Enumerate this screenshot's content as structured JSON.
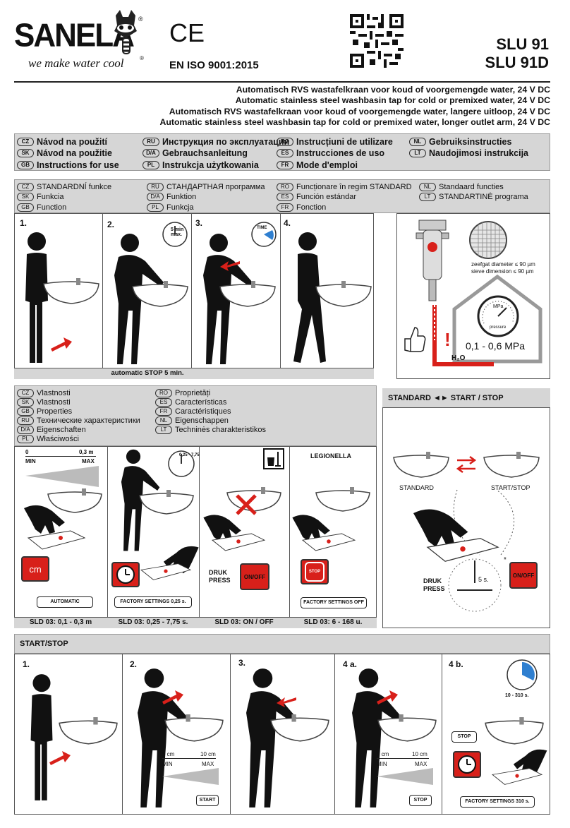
{
  "brand": {
    "name": "SANELA",
    "registered": "®",
    "slogan": "we make water cool",
    "ce": "CE",
    "iso": "EN ISO 9001:2015"
  },
  "model": {
    "line1": "SLU 91",
    "line2": "SLU 91D"
  },
  "descriptions": [
    "Automatisch RVS wastafelkraan voor koud of voorgemengde water, 24 V DC",
    "Automatic stainless steel washbasin tap for cold or premixed water, 24 V DC",
    "Automatisch RVS wastafelkraan voor koud of voorgemengde water, langere uitloop, 24 V DC",
    "Automatic stainless steel washbasin tap for cold or premixed water, longer outlet arm, 24 V DC"
  ],
  "instructions": [
    {
      "code": "CZ",
      "text": "Návod na použití"
    },
    {
      "code": "RU",
      "text": "Инструкция по эксплуатации"
    },
    {
      "code": "RO",
      "text": "Instrucțiuni de utilizare"
    },
    {
      "code": "NL",
      "text": "Gebruiksinstructies"
    },
    {
      "code": "SK",
      "text": "Návod na použitie"
    },
    {
      "code": "D/A",
      "text": "Gebrauchsanleitung"
    },
    {
      "code": "ES",
      "text": "Instrucciones de uso"
    },
    {
      "code": "LT",
      "text": "Naudojimosi instrukcija"
    },
    {
      "code": "GB",
      "text": "Instructions for use"
    },
    {
      "code": "PL",
      "text": "Instrukcja użytkowania"
    },
    {
      "code": "FR",
      "text": "Mode d'emploi"
    }
  ],
  "function_header": [
    {
      "code": "CZ",
      "text": "STANDARDNÍ funkce"
    },
    {
      "code": "RU",
      "text": "СТАНДАРТНАЯ программа"
    },
    {
      "code": "RO",
      "text": "Funcționare în regim STANDARD"
    },
    {
      "code": "NL",
      "text": "Standaard functies"
    },
    {
      "code": "SK",
      "text": "Funkcia"
    },
    {
      "code": "D/A",
      "text": "Funktion"
    },
    {
      "code": "ES",
      "text": "Función estándar"
    },
    {
      "code": "LT",
      "text": "STANDARTINĖ programa"
    },
    {
      "code": "GB",
      "text": "Function"
    },
    {
      "code": "PL",
      "text": "Funkcja"
    },
    {
      "code": "FR",
      "text": "Fonction"
    }
  ],
  "function_steps": {
    "s1": "1.",
    "s2": "2.",
    "s3": "3.",
    "s4": "4.",
    "badge2": "5 min max.",
    "badge3": "TIME",
    "caption": "automatic STOP 5 min."
  },
  "filter": {
    "label1": "zeefgat diameter ≤ 90 µm",
    "label2": "sieve dimension ≤ 90 µm",
    "pressure": "0,1 - 0,6 MPa",
    "gauge_unit": "MPa",
    "gauge_word": "pressure",
    "h2o": "H₂O",
    "warn": "!"
  },
  "properties_header": [
    {
      "code": "CZ",
      "text": "Vlastnosti"
    },
    {
      "code": "RO",
      "text": "Proprietăți"
    },
    {
      "code": "SK",
      "text": "Vlastnosti"
    },
    {
      "code": "ES",
      "text": "Características"
    },
    {
      "code": "GB",
      "text": "Properties"
    },
    {
      "code": "FR",
      "text": "Caractéristiques"
    },
    {
      "code": "RU",
      "text": "Технические характеристики"
    },
    {
      "code": "NL",
      "text": "Eigenschappen"
    },
    {
      "code": "D/A",
      "text": "Eigenschaften"
    },
    {
      "code": "LT",
      "text": "Techninės charakteristikos"
    },
    {
      "code": "PL",
      "text": "Właściwości"
    }
  ],
  "properties": {
    "range_min": "0",
    "range_max": "0,3 m",
    "min": "MIN",
    "max": "MAX",
    "badge2": "0,25 - 7,75",
    "legionella": "LEGIONELLA",
    "cm": "cm",
    "druk": "DRUK",
    "press": "PRESS",
    "onoff": "ON/OFF",
    "stop": "STOP",
    "pill1": "AUTOMATIC",
    "pill2": "FACTORY SETTINGS 0,25 s.",
    "pill4": "FACTORY SETTINGS OFF",
    "cap1": "SLD 03: 0,1 - 0,3 m",
    "cap2": "SLD 03: 0,25 - 7,75 s.",
    "cap3": "SLD 03: ON / OFF",
    "cap4": "SLD 03: 6 - 168 u."
  },
  "mode": {
    "title": "STANDARD ◄► START / STOP",
    "standard": "STANDARD",
    "startstop": "START/STOP",
    "druk": "DRUK",
    "press": "PRESS",
    "onoff": "ON/OFF",
    "secs": "5 s.",
    "star": "*"
  },
  "startstop": {
    "title": "START/STOP",
    "s1": "1.",
    "s2": "2.",
    "s3": "3.",
    "s4a": "4 a.",
    "s4b": "4 b.",
    "cm5": "5 cm",
    "cm10": "10 cm",
    "min": "MIN",
    "max": "MAX",
    "start": "START",
    "stop": "STOP",
    "secs": "10 - 310 s.",
    "factory": "FACTORY SETTINGS 310 s."
  }
}
